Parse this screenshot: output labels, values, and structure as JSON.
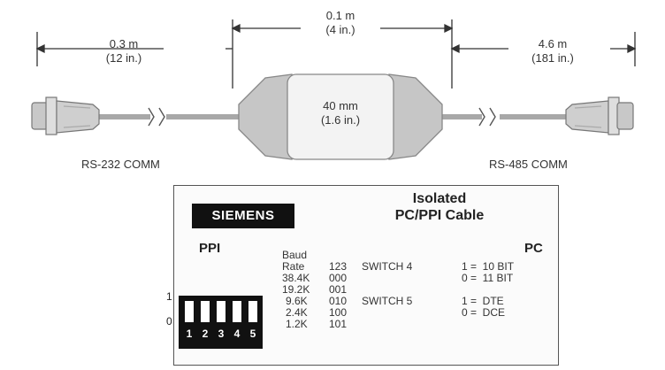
{
  "dimensions": {
    "left_length": [
      "0.3 m",
      "(12 in.)"
    ],
    "center_length": [
      "0.1 m",
      "(4 in.)"
    ],
    "right_length": [
      "4.6 m",
      "(181 in.)"
    ],
    "box_height": [
      "40 mm",
      "(1.6 in.)"
    ]
  },
  "connectors": {
    "left": "RS-232 COMM",
    "right": "RS-485 COMM"
  },
  "panel": {
    "logo": "SIEMENS",
    "title_line1": "Isolated",
    "title_line2": "PC/PPI Cable",
    "left_label": "PPI",
    "right_label": "PC",
    "dip_on": "1",
    "dip_off": "0",
    "switch_numbers": [
      "1",
      "2",
      "3",
      "4",
      "5"
    ],
    "baud_header": [
      "Baud",
      "Rate"
    ],
    "switch_header": "123",
    "baud_rows": [
      {
        "rate": "38.4K",
        "bits": "000"
      },
      {
        "rate": "19.2K",
        "bits": "001"
      },
      {
        "rate": "9.6K",
        "bits": "010"
      },
      {
        "rate": "2.4K",
        "bits": "100"
      },
      {
        "rate": "1.2K",
        "bits": "101"
      }
    ],
    "switch4": {
      "name": "SWITCH 4",
      "opt1": "1 =  10 BIT",
      "opt0": "0 =  11 BIT"
    },
    "switch5": {
      "name": "SWITCH 5",
      "opt1": "1 =  DTE",
      "opt0": "0 =  DCE"
    }
  },
  "colors": {
    "cable": "#b9b9b9",
    "box": "#d0d0d0",
    "logo_bg": "#111111",
    "panel_border": "#555555"
  }
}
